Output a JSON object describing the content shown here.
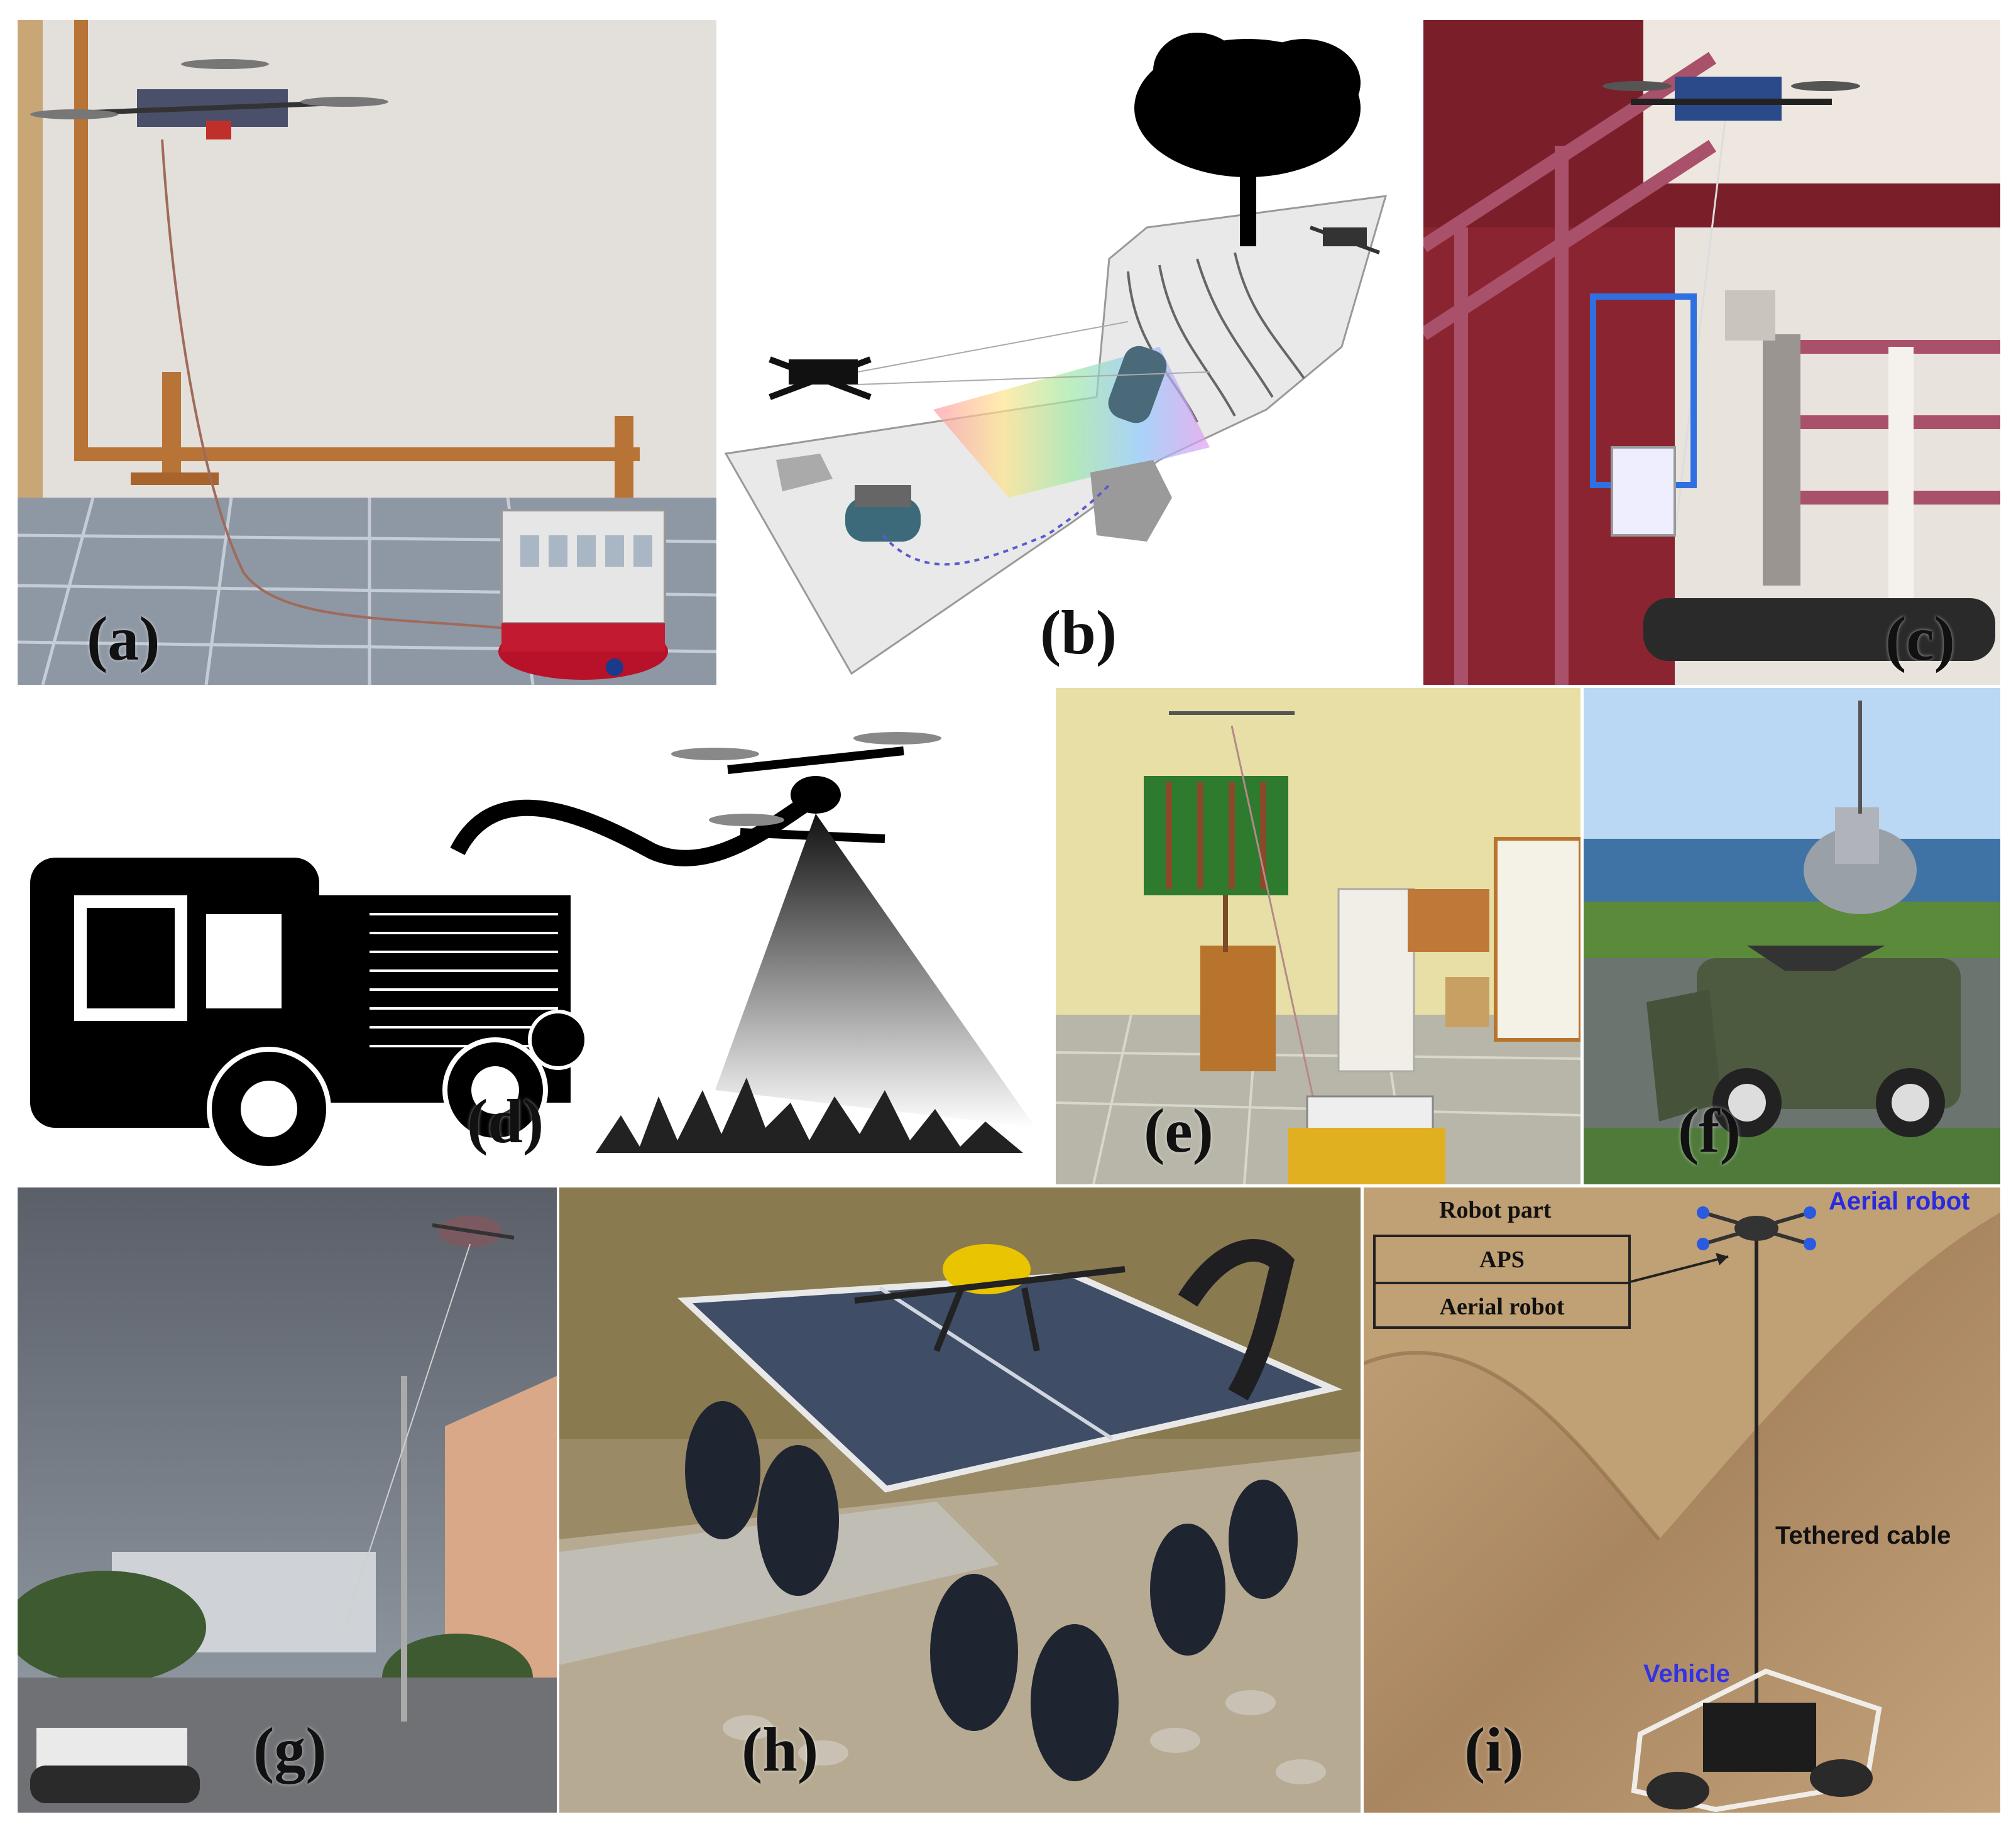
{
  "panels": {
    "a": {
      "label": "(a)"
    },
    "b": {
      "label": "(b)"
    },
    "c": {
      "label": "(c)"
    },
    "d": {
      "label": "(d)"
    },
    "e": {
      "label": "(e)"
    },
    "f": {
      "label": "(f)"
    },
    "g": {
      "label": "(g)"
    },
    "h": {
      "label": "(h)"
    },
    "i": {
      "label": "(i)",
      "robot_part_title": "Robot part",
      "aps_label": "APS",
      "aerial_robot_box_label": "Aerial robot",
      "aerial_robot_tag": "Aerial robot",
      "tethered_cable_label": "Tethered cable",
      "vehicle_tag": "Vehicle"
    }
  },
  "colors": {
    "aerial_tag": "#2a2adf",
    "vehicle_tag": "#3333e6",
    "desert_sand": "#b8956a"
  }
}
